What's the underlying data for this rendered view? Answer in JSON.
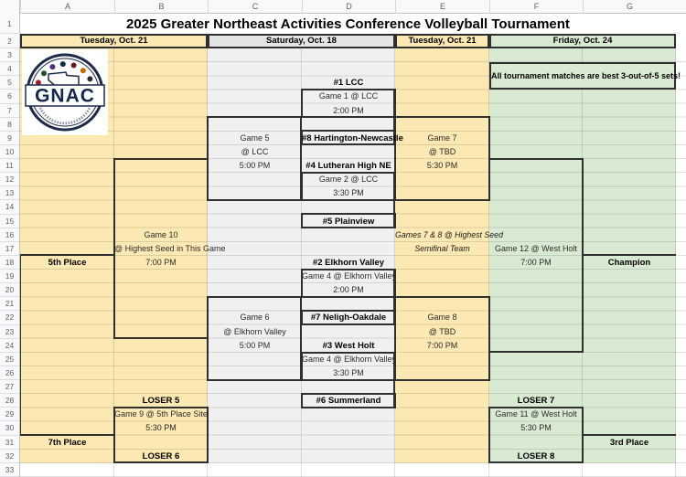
{
  "sheet": {
    "title": "2025 Greater Northeast Activities Conference Volleyball Tournament",
    "note": "All tournament matches are best 3-out-of-5 sets!",
    "logo": {
      "name": "GNAC"
    },
    "headers": {
      "columns": [
        "A",
        "B",
        "C",
        "D",
        "E",
        "F",
        "G"
      ],
      "rows": [
        "1",
        "2",
        "3",
        "4",
        "5",
        "6",
        "7",
        "8",
        "9",
        "10",
        "11",
        "12",
        "13",
        "14",
        "15",
        "16",
        "17",
        "18",
        "19",
        "20",
        "21",
        "22",
        "23",
        "24",
        "25",
        "26",
        "27",
        "28",
        "29",
        "30",
        "31",
        "32",
        "33"
      ]
    },
    "date_headers": [
      {
        "label": "Tuesday, Oct. 21",
        "columns": "A:B",
        "color": "#fce8b2"
      },
      {
        "label": "Saturday, Oct. 18",
        "columns": "C:D",
        "color": "#e4e4e4"
      },
      {
        "label": "Tuesday, Oct. 21",
        "columns": "E",
        "color": "#fce8b2"
      },
      {
        "label": "Friday, Oct. 24",
        "columns": "F:G",
        "color": "#d9ead3"
      }
    ],
    "colors": {
      "tuesday_tan": "#fce8b2",
      "saturday_gray": "#f0f0f0",
      "friday_green": "#d9ead3",
      "bracket_border": "#2f2f2f"
    },
    "cells": [
      {
        "r": 18,
        "c": "A",
        "text": "5th Place",
        "style": "bold"
      },
      {
        "r": 31,
        "c": "A",
        "text": "7th Place",
        "style": "bold"
      },
      {
        "r": 16,
        "c": "B",
        "text": "Game 10",
        "style": ""
      },
      {
        "r": 17,
        "c": "B",
        "text": "@ Highest Seed in This Game",
        "style": ""
      },
      {
        "r": 18,
        "c": "B",
        "text": "7:00 PM",
        "style": ""
      },
      {
        "r": 28,
        "c": "B",
        "text": "LOSER 5",
        "style": "bold"
      },
      {
        "r": 29,
        "c": "B",
        "text": "Game 9 @ 5th Place Site",
        "style": ""
      },
      {
        "r": 30,
        "c": "B",
        "text": "5:30 PM",
        "style": ""
      },
      {
        "r": 32,
        "c": "B",
        "text": "LOSER 6",
        "style": "bold"
      },
      {
        "r": 9,
        "c": "C",
        "text": "Game 5",
        "style": ""
      },
      {
        "r": 10,
        "c": "C",
        "text": "@ LCC",
        "style": ""
      },
      {
        "r": 11,
        "c": "C",
        "text": "5:00 PM",
        "style": ""
      },
      {
        "r": 22,
        "c": "C",
        "text": "Game 6",
        "style": ""
      },
      {
        "r": 23,
        "c": "C",
        "text": "@ Elkhorn Valley",
        "style": ""
      },
      {
        "r": 24,
        "c": "C",
        "text": "5:00 PM",
        "style": ""
      },
      {
        "r": 5,
        "c": "D",
        "text": "#1 LCC",
        "style": "bold"
      },
      {
        "r": 6,
        "c": "D",
        "text": "Game 1 @ LCC",
        "style": ""
      },
      {
        "r": 7,
        "c": "D",
        "text": "2:00 PM",
        "style": ""
      },
      {
        "r": 9,
        "c": "D",
        "text": "#8 Hartington-Newcastle",
        "style": "bold"
      },
      {
        "r": 11,
        "c": "D",
        "text": "#4 Lutheran High NE",
        "style": "bold"
      },
      {
        "r": 12,
        "c": "D",
        "text": "Game 2 @ LCC",
        "style": ""
      },
      {
        "r": 13,
        "c": "D",
        "text": "3:30 PM",
        "style": ""
      },
      {
        "r": 15,
        "c": "D",
        "text": "#5 Plainview",
        "style": "bold"
      },
      {
        "r": 18,
        "c": "D",
        "text": "#2 Elkhorn Valley",
        "style": "bold"
      },
      {
        "r": 19,
        "c": "D",
        "text": "Game 4 @ Elkhorn Valley",
        "style": ""
      },
      {
        "r": 20,
        "c": "D",
        "text": "2:00 PM",
        "style": ""
      },
      {
        "r": 22,
        "c": "D",
        "text": "#7 Neligh-Oakdale",
        "style": "bold"
      },
      {
        "r": 24,
        "c": "D",
        "text": "#3 West Holt",
        "style": "bold"
      },
      {
        "r": 25,
        "c": "D",
        "text": "Game 4 @ Elkhorn Valley",
        "style": ""
      },
      {
        "r": 26,
        "c": "D",
        "text": "3:30 PM",
        "style": ""
      },
      {
        "r": 28,
        "c": "D",
        "text": "#6 Summerland",
        "style": "bold"
      },
      {
        "r": 9,
        "c": "E",
        "text": "Game 7",
        "style": ""
      },
      {
        "r": 10,
        "c": "E",
        "text": "@ TBD",
        "style": ""
      },
      {
        "r": 11,
        "c": "E",
        "text": "5:30 PM",
        "style": ""
      },
      {
        "r": 16,
        "c": "E",
        "text": "Games 7 & 8 @ Highest Seed",
        "style": "italic"
      },
      {
        "r": 17,
        "c": "E",
        "text": "Semifinal Team",
        "style": "italic"
      },
      {
        "r": 22,
        "c": "E",
        "text": "Game 8",
        "style": ""
      },
      {
        "r": 23,
        "c": "E",
        "text": "@ TBD",
        "style": ""
      },
      {
        "r": 24,
        "c": "E",
        "text": "7:00 PM",
        "style": ""
      },
      {
        "r": 17,
        "c": "F",
        "text": "Game 12 @ West Holt",
        "style": ""
      },
      {
        "r": 18,
        "c": "F",
        "text": "7:00 PM",
        "style": ""
      },
      {
        "r": 28,
        "c": "F",
        "text": "LOSER 7",
        "style": "bold"
      },
      {
        "r": 29,
        "c": "F",
        "text": "Game 11 @ West Holt",
        "style": ""
      },
      {
        "r": 30,
        "c": "F",
        "text": "5:30 PM",
        "style": ""
      },
      {
        "r": 32,
        "c": "F",
        "text": "LOSER 8",
        "style": "bold"
      },
      {
        "r": 18,
        "c": "G",
        "text": "Champion",
        "style": "bold"
      },
      {
        "r": 31,
        "c": "G",
        "text": "3rd Place",
        "style": "bold"
      }
    ]
  }
}
